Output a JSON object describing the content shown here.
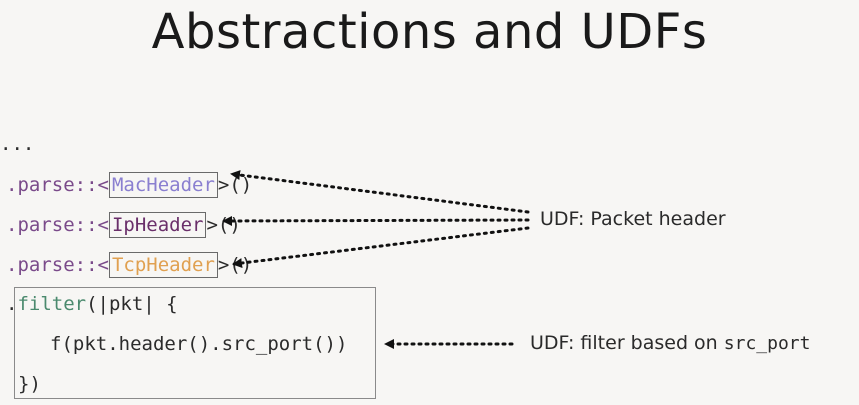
{
  "title": "Abstractions and UDFs",
  "ellipsis": "...",
  "parse_lines": [
    {
      "prefix": ".parse::<",
      "type": "MacHeader",
      "suffix": ">()"
    },
    {
      "prefix": ".parse::<",
      "type": "IpHeader",
      "suffix": ">()"
    },
    {
      "prefix": ".parse::<",
      "type": "TcpHeader",
      "suffix": ">()"
    }
  ],
  "filter": {
    "open_dot": ".",
    "open_fn": "filter",
    "open_rest": "(|pkt| {",
    "body": "f(pkt.header().src_port())",
    "close": "})"
  },
  "labels": {
    "udf_header": "UDF: Packet header",
    "udf_filter_prefix": "UDF: filter based on ",
    "udf_filter_code": "src_port"
  },
  "colors": {
    "mac": "#8a7fd0",
    "ip": "#6a2f6a",
    "tcp": "#e0a050",
    "keyword": "#7a4a8a",
    "filter_fn": "#4b8a6e"
  }
}
